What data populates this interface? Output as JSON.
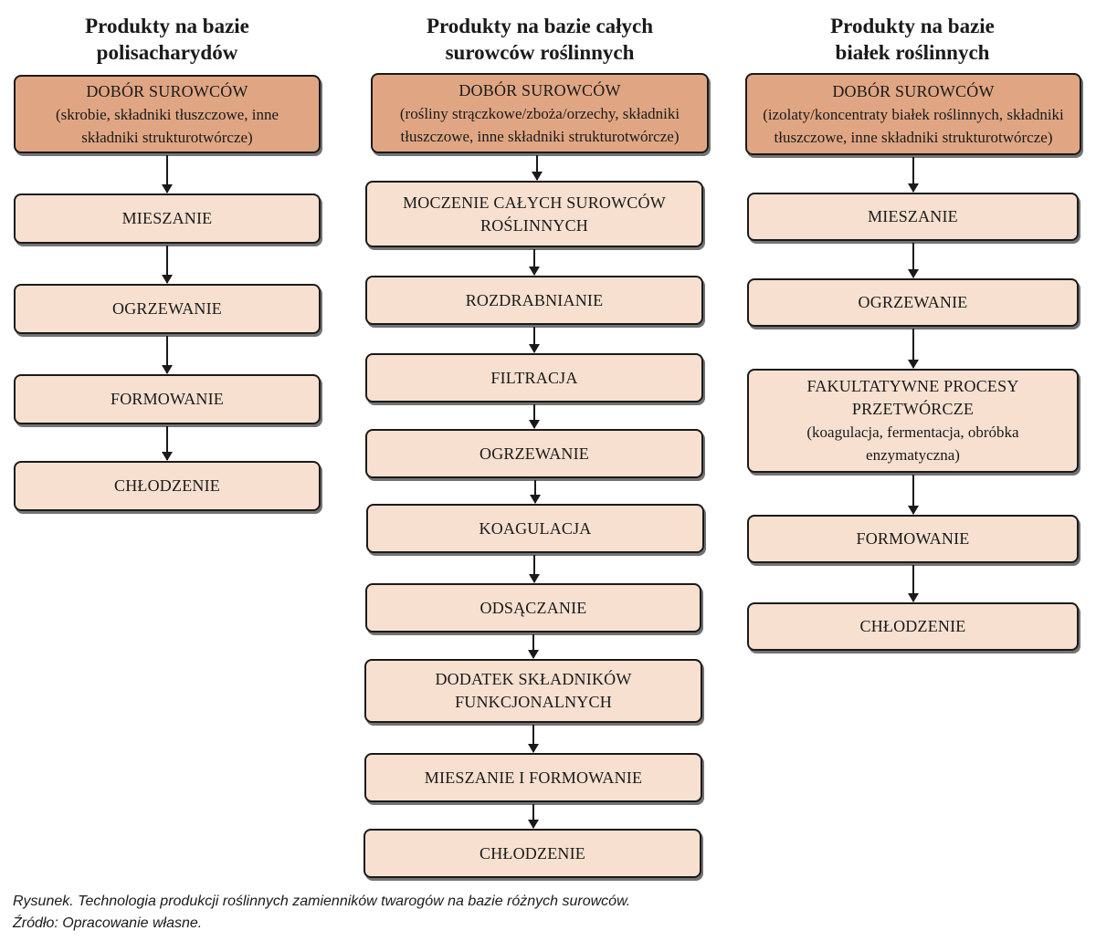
{
  "columns": [
    {
      "title": [
        "Produkty na bazie",
        "polisacharydów"
      ],
      "head": {
        "title": "DOBÓR SUROWCÓW",
        "sub": [
          "(skrobie, składniki tłuszczowe, inne",
          "składniki strukturotwórcze)"
        ]
      },
      "steps": [
        {
          "lines": [
            "MIESZANIE"
          ]
        },
        {
          "lines": [
            "OGRZEWANIE"
          ]
        },
        {
          "lines": [
            "FORMOWANIE"
          ]
        },
        {
          "lines": [
            "CHŁODZENIE"
          ]
        }
      ]
    },
    {
      "title": [
        "Produkty na bazie całych",
        "surowców roślinnych"
      ],
      "head": {
        "title": "DOBÓR SUROWCÓW",
        "sub": [
          "(rośliny strączkowe/zboża/orzechy, składniki",
          "tłuszczowe, inne składniki strukturotwórcze)"
        ]
      },
      "steps": [
        {
          "lines": [
            "MOCZENIE CAŁYCH SUROWCÓW",
            "ROŚLINNYCH"
          ]
        },
        {
          "lines": [
            "ROZDRABNIANIE"
          ]
        },
        {
          "lines": [
            "FILTRACJA"
          ]
        },
        {
          "lines": [
            "OGRZEWANIE"
          ]
        },
        {
          "lines": [
            "KOAGULACJA"
          ]
        },
        {
          "lines": [
            "ODSĄCZANIE"
          ]
        },
        {
          "lines": [
            "DODATEK SKŁADNIKÓW",
            "FUNKCJONALNYCH"
          ]
        },
        {
          "lines": [
            "MIESZANIE I FORMOWANIE"
          ]
        },
        {
          "lines": [
            "CHŁODZENIE"
          ]
        }
      ]
    },
    {
      "title": [
        "Produkty na bazie",
        "białek roślinnych"
      ],
      "head": {
        "title": "DOBÓR SUROWCÓW",
        "sub": [
          "(izolaty/koncentraty białek roślinnych, składniki",
          "tłuszczowe, inne składniki strukturotwórcze)"
        ]
      },
      "steps": [
        {
          "lines": [
            "MIESZANIE"
          ]
        },
        {
          "lines": [
            "OGRZEWANIE"
          ]
        },
        {
          "lines": [
            "FAKULTATYWNE PROCESY",
            "PRZETWÓRCZE"
          ],
          "sub": [
            "(koagulacja, fermentacja, obróbka",
            "enzymatyczna)"
          ]
        },
        {
          "lines": [
            "FORMOWANIE"
          ]
        },
        {
          "lines": [
            "CHŁODZENIE"
          ]
        }
      ]
    }
  ],
  "caption": {
    "line1": "Rysunek. Technologia produkcji roślinnych zamienników twarogów na bazie różnych surowców.",
    "line2": "Źródło: Opracowanie własne."
  },
  "colors": {
    "head_fill": "#e0a683",
    "step_fill": "#f7e0d0",
    "stroke": "#1a1a1a"
  }
}
